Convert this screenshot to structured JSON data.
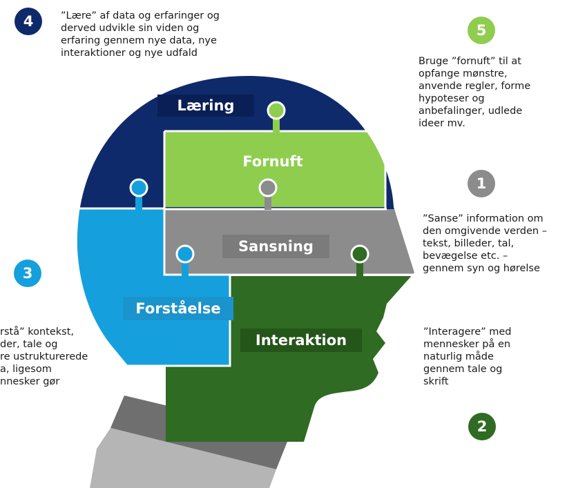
{
  "colors": {
    "navy": "#0f2a6b",
    "light_green": "#8fcd4f",
    "gray": "#8c8c8c",
    "light_blue": "#15a0dd",
    "dark_green": "#2f6b22",
    "neck_dark": "#6f6f6f",
    "neck_light": "#b5b5b5"
  },
  "pieces": {
    "laering": "Læring",
    "fornuft": "Fornuft",
    "sansning": "Sansning",
    "forstaaelse": "Forståelse",
    "interaktion": "Interaktion"
  },
  "steps": [
    {
      "number": "4",
      "text": "”Lære” af data og erfaringer og\nderved udvikle sin viden og\nerfaring gennem nye data, nye\ninteraktioner og nye udfald"
    },
    {
      "number": "5",
      "text": "Bruge ”fornuft” til at\nopfange mønstre,\nanvende regler, forme\nhypoteser og\nanbefalinger, udlede\nideer mv."
    },
    {
      "number": "1",
      "text": "”Sanse” information om\nden omgivende verden –\ntekst, billeder, tal,\nbevægelse etc. –\ngennem syn og hørelse"
    },
    {
      "number": "3",
      "text": "rstå” kontekst,\nder, tale og\nre ustrukturerede\na, ligesom\nnnesker gør"
    },
    {
      "number": "2",
      "text": "”Interagere” med\nmennesker på en\nnaturlig måde\ngennem tale og\nskrift"
    }
  ]
}
